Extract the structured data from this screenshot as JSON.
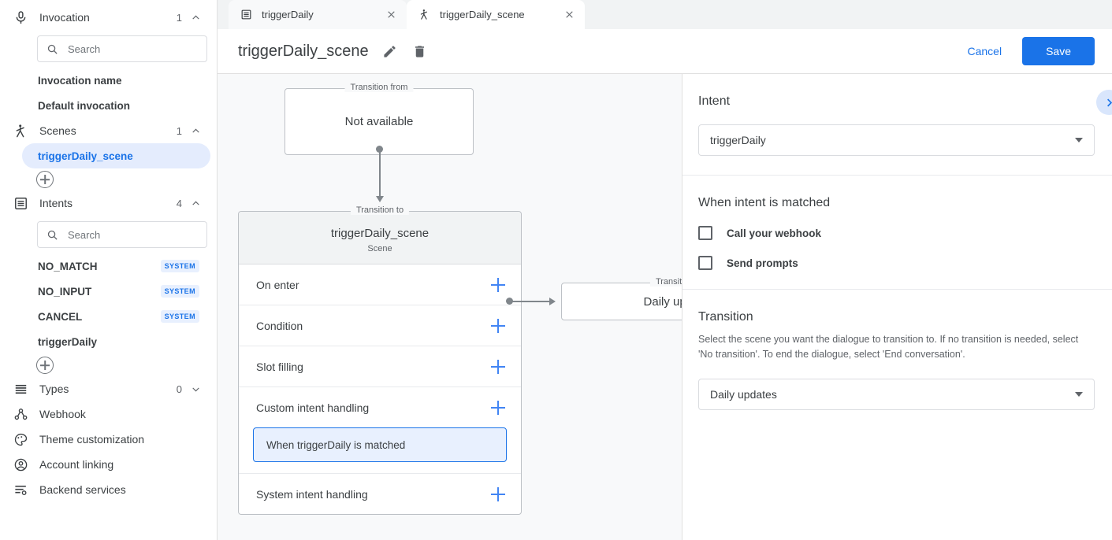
{
  "sidebar": {
    "sections": [
      {
        "id": "invocation",
        "icon": "microphone-icon",
        "label": "Invocation",
        "count": "1",
        "chevron": "chevron-up-icon",
        "search_placeholder": "Search",
        "items": [
          {
            "label": "Invocation name",
            "badge": ""
          },
          {
            "label": "Default invocation",
            "badge": ""
          }
        ]
      },
      {
        "id": "scenes",
        "icon": "scene-icon",
        "label": "Scenes",
        "count": "1",
        "chevron": "chevron-up-icon",
        "items": [
          {
            "label": "triggerDaily_scene",
            "badge": "",
            "selected": true
          }
        ]
      },
      {
        "id": "intents",
        "icon": "intents-icon",
        "label": "Intents",
        "count": "4",
        "chevron": "chevron-up-icon",
        "search_placeholder": "Search",
        "items": [
          {
            "label": "NO_MATCH",
            "badge": "SYSTEM"
          },
          {
            "label": "NO_INPUT",
            "badge": "SYSTEM"
          },
          {
            "label": "CANCEL",
            "badge": "SYSTEM"
          },
          {
            "label": "triggerDaily",
            "badge": ""
          }
        ]
      }
    ],
    "types": {
      "icon": "types-icon",
      "label": "Types",
      "count": "0",
      "chevron": "chevron-down-icon"
    },
    "links": [
      {
        "icon": "webhook-icon",
        "label": "Webhook"
      },
      {
        "icon": "palette-icon",
        "label": "Theme customization"
      },
      {
        "icon": "account-icon",
        "label": "Account linking"
      },
      {
        "icon": "backend-services-icon",
        "label": "Backend services"
      }
    ]
  },
  "tabs": [
    {
      "icon": "intents-icon",
      "label": "triggerDaily",
      "active": false
    },
    {
      "icon": "scene-icon",
      "label": "triggerDaily_scene",
      "active": true
    }
  ],
  "header": {
    "title": "triggerDaily_scene",
    "edit_icon": "pencil-icon",
    "delete_icon": "trash-icon",
    "cancel_label": "Cancel",
    "save_label": "Save"
  },
  "canvas": {
    "from_node": {
      "legend": "Transition from",
      "text": "Not available"
    },
    "scene_node": {
      "legend": "Transition to",
      "name": "triggerDaily_scene",
      "subtitle": "Scene",
      "rows": [
        {
          "label": "On enter",
          "add": "+"
        },
        {
          "label": "Condition",
          "add": "+"
        },
        {
          "label": "Slot filling",
          "add": "+"
        },
        {
          "label": "Custom intent handling",
          "add": "+",
          "handler": "When triggerDaily is matched"
        },
        {
          "label": "System intent handling",
          "add": "+"
        }
      ]
    },
    "target_node": {
      "legend": "Transition to",
      "text": "Daily updates"
    }
  },
  "panel": {
    "expand_icon": "chevron-right-icon",
    "intent": {
      "heading": "Intent",
      "selected": "triggerDaily",
      "caret": "chevron-down-icon"
    },
    "matched": {
      "heading": "When intent is matched",
      "options": [
        {
          "label": "Call your webhook",
          "checked": false
        },
        {
          "label": "Send prompts",
          "checked": false
        }
      ]
    },
    "transition": {
      "heading": "Transition",
      "description": "Select the scene you want the dialogue to transition to. If no transition is needed, select 'No transition'. To end the dialogue, select 'End conversation'.",
      "selected": "Daily updates",
      "caret": "chevron-down-icon"
    }
  },
  "colors": {
    "accent": "#1a73e8",
    "canvas_bg": "#f8f9fa",
    "selected_bg": "#e4ecfd",
    "badge_bg": "#e8f0fe"
  }
}
